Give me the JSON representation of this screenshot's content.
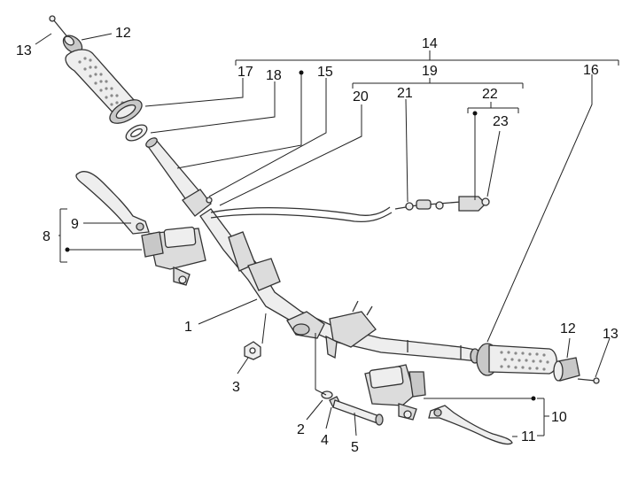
{
  "diagram": {
    "type": "exploded-parts-view",
    "callouts": {
      "c1": "1",
      "c2": "2",
      "c3": "3",
      "c4": "4",
      "c5": "5",
      "c8": "8",
      "c9": "9",
      "c10": "10",
      "c11": "11",
      "c12_left": "12",
      "c12_right": "12",
      "c13_left": "13",
      "c13_right": "13",
      "c14": "14",
      "c15": "15",
      "c16": "16",
      "c17": "17",
      "c18": "18",
      "c19": "19",
      "c20": "20",
      "c21": "21",
      "c22": "22",
      "c23": "23"
    }
  }
}
